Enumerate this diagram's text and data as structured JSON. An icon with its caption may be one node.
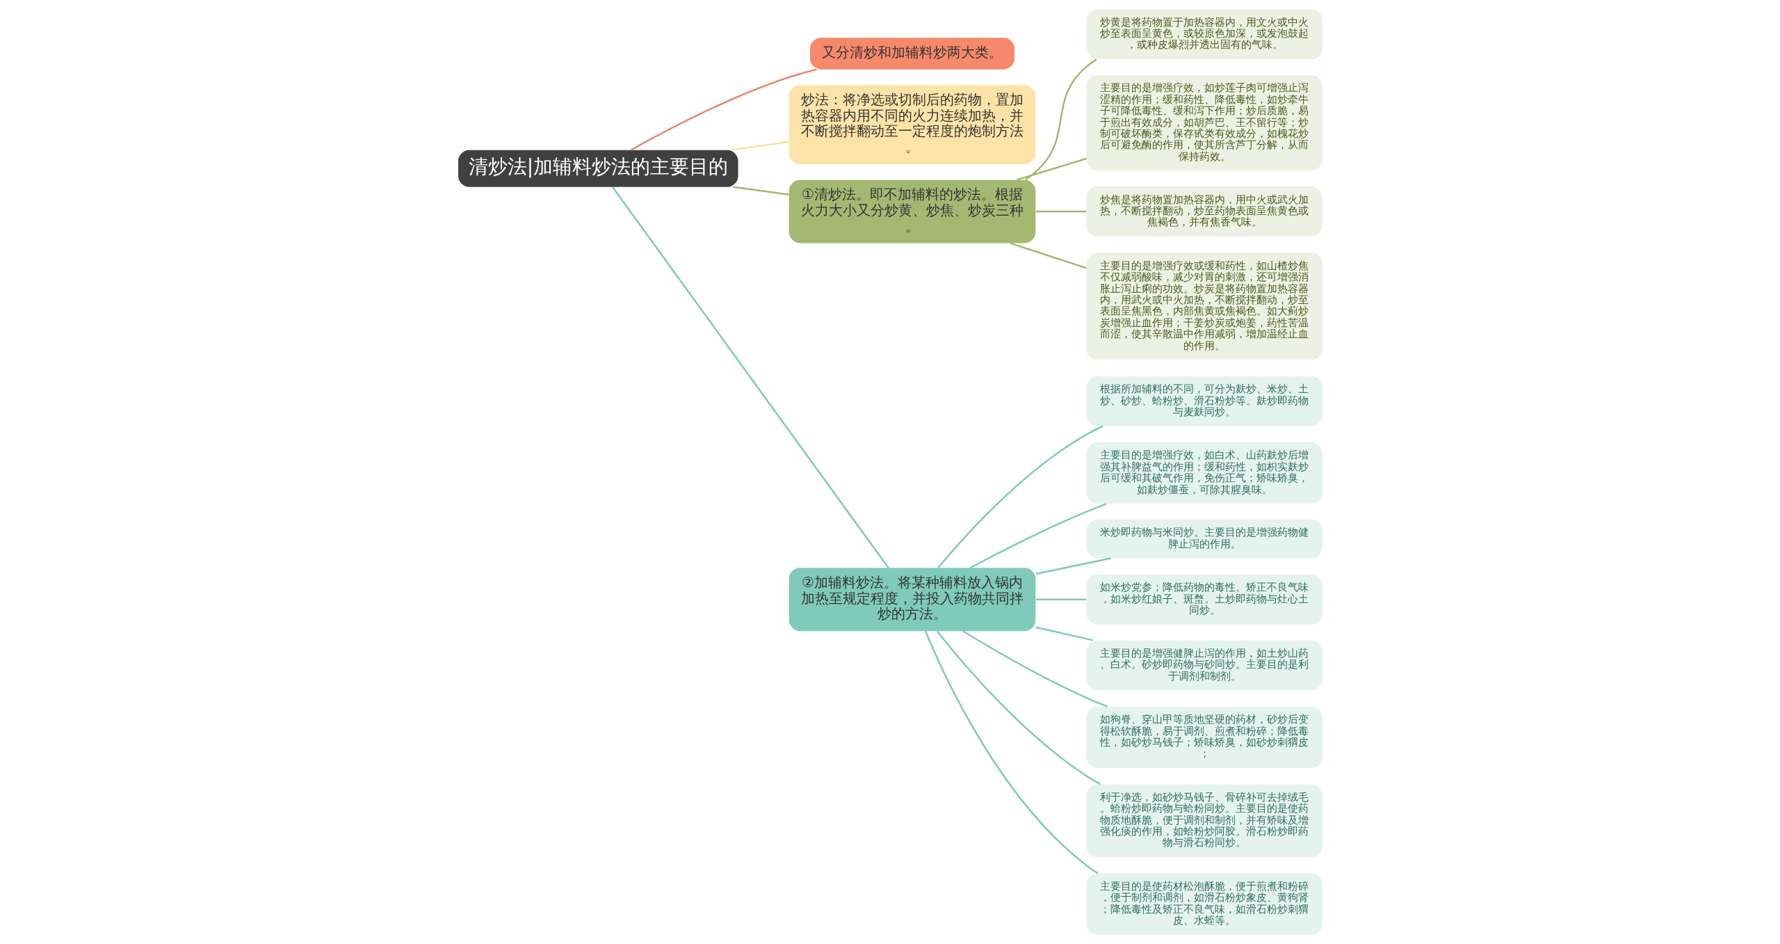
{
  "diagram": {
    "nodes": [
      {
        "text": [
          "清炒法|加辅料炒法的主要目的"
        ]
      },
      {
        "text": [
          "又分清炒和加辅料炒两大类。"
        ]
      },
      {
        "text": [
          "炒法：将净选或切制后的药物，置加热容器内用不同的火力连续加热，并不断搅拌翻动至一定程度的炮制方法。"
        ]
      },
      {
        "text": [
          "①清炒法。即不加辅料的炒法。根据火力大小又分炒黄、炒焦、炒炭三种。"
        ]
      },
      {
        "text": [
          "炒黄是将药物置于加热容器内，用文火或中火炒至表面呈黄色，或较原色加深，或发泡鼓起，或种皮爆烈并透出固有的气味。"
        ]
      },
      {
        "text": [
          "主要目的是增强疗效，如炒莲子肉可增强止泻涩精的作用；缓和药性、降低毒性，如炒牵牛子可降低毒性、缓和泻下作用；炒后质脆，易于煎出有效成分，如胡芦巴、王不留行等；炒制可破坏酶类，保存甙类有效成分，如槐花炒后可避免酶的作用，使其所含芦丁分解，从而保持药效。"
        ]
      },
      {
        "text": [
          "炒焦是将药物置加热容器内，用中火或武火加热，不断搅拌翻动，炒至药物表面呈焦黄色或焦褐色，并有焦香气味。"
        ]
      },
      {
        "text": [
          "主要目的是增强疗效或缓和药性，如山楂炒焦不仅减弱酸味，减少对胃的刺激，还可增强消胀止泻止痢的功效。炒炭是将药物置加热容器内，用武火或中火加热，不断搅拌翻动，炒至表面呈焦黑色，内部焦黄或焦褐色。如大蓟炒炭增强止血作用；干姜炒炭或炮姜，药性苦温而涩，使其辛散温中作用减弱，增加温经止血的作用。"
        ]
      },
      {
        "text": [
          "②加辅料炒法。将某种辅料放入锅内加热至规定程度，并投入药物共同拌炒的方法。"
        ]
      },
      {
        "text": [
          "根据所加辅料的不同，可分为麸炒、米炒、土炒、砂炒、蛤粉炒、滑石粉炒等。麸炒即药物与麦麸同炒。"
        ]
      },
      {
        "text": [
          "主要目的是增强疗效，如白术、山药麸炒后增强其补脾益气的作用；缓和药性，如枳实麸炒后可缓和其破气作用，免伤正气；矫味矫臭，如麸炒僵蚕，可除其腥臭味。"
        ]
      },
      {
        "text": [
          "米炒即药物与米同炒。主要目的是增强药物健脾止泻的作用。"
        ]
      },
      {
        "text": [
          "如米炒党参；降低药物的毒性、矫正不良气味，如米炒红娘子、斑蝥。土炒即药物与灶心土同炒。"
        ]
      },
      {
        "text": [
          "主要目的是增强健脾止泻的作用，如土炒山药、白术。砂炒即药物与砂同炒。主要目的是利于调剂和制剂。"
        ]
      },
      {
        "text": [
          "如狗脊、穿山甲等质地坚硬的药材，砂炒后变得松软酥脆，易于调剂、煎煮和粉碎；降低毒性，如砂炒马钱子；矫味矫臭，如砂炒刺猬皮；"
        ]
      },
      {
        "text": [
          "利于净选，如砂炒马钱子、骨碎补可去掉绒毛。蛤粉炒即药物与蛤粉同炒。主要目的是使药物质地酥脆，便于调剂和制剂，并有矫味及增强化痰的作用，如蛤粉炒阿胶。滑石粉炒即药物与滑石粉同炒。"
        ]
      },
      {
        "text": [
          "主要目的是使药材松泡酥脆，便于煎煮和粉碎，便于制剂和调剂，如滑石粉炒象皮、黄狗肾；降低毒性及矫正不良气味，如滑石粉炒刺猬皮、水蛭等。"
        ]
      }
    ],
    "edges": [
      {
        "from": 0,
        "to": 1,
        "arrow": "none",
        "color": "#e8896b"
      },
      {
        "from": 0,
        "to": 2,
        "arrow": "none",
        "color": "#f9e0a3"
      },
      {
        "from": 0,
        "to": 3,
        "arrow": "none",
        "color": "#a3b76f"
      },
      {
        "from": 3,
        "to": 4,
        "arrow": "none",
        "color": "#a3b76f"
      },
      {
        "from": 3,
        "to": 5,
        "arrow": "none",
        "color": "#a3b76f"
      },
      {
        "from": 3,
        "to": 6,
        "arrow": "none",
        "color": "#a3b76f"
      },
      {
        "from": 3,
        "to": 7,
        "arrow": "none",
        "color": "#a3b76f"
      },
      {
        "from": 0,
        "to": 8,
        "arrow": "none"
      },
      {
        "from": 8,
        "to": 9,
        "arrow": "none"
      },
      {
        "from": 8,
        "to": 10,
        "arrow": "none"
      },
      {
        "from": 8,
        "to": 11,
        "arrow": "none"
      },
      {
        "from": 8,
        "to": 12,
        "arrow": "none"
      },
      {
        "from": 8,
        "to": 13,
        "arrow": "none"
      },
      {
        "from": 8,
        "to": 14,
        "arrow": "none"
      },
      {
        "from": 8,
        "to": 15,
        "arrow": "none"
      },
      {
        "from": 8,
        "to": 16,
        "arrow": "none"
      }
    ]
  }
}
